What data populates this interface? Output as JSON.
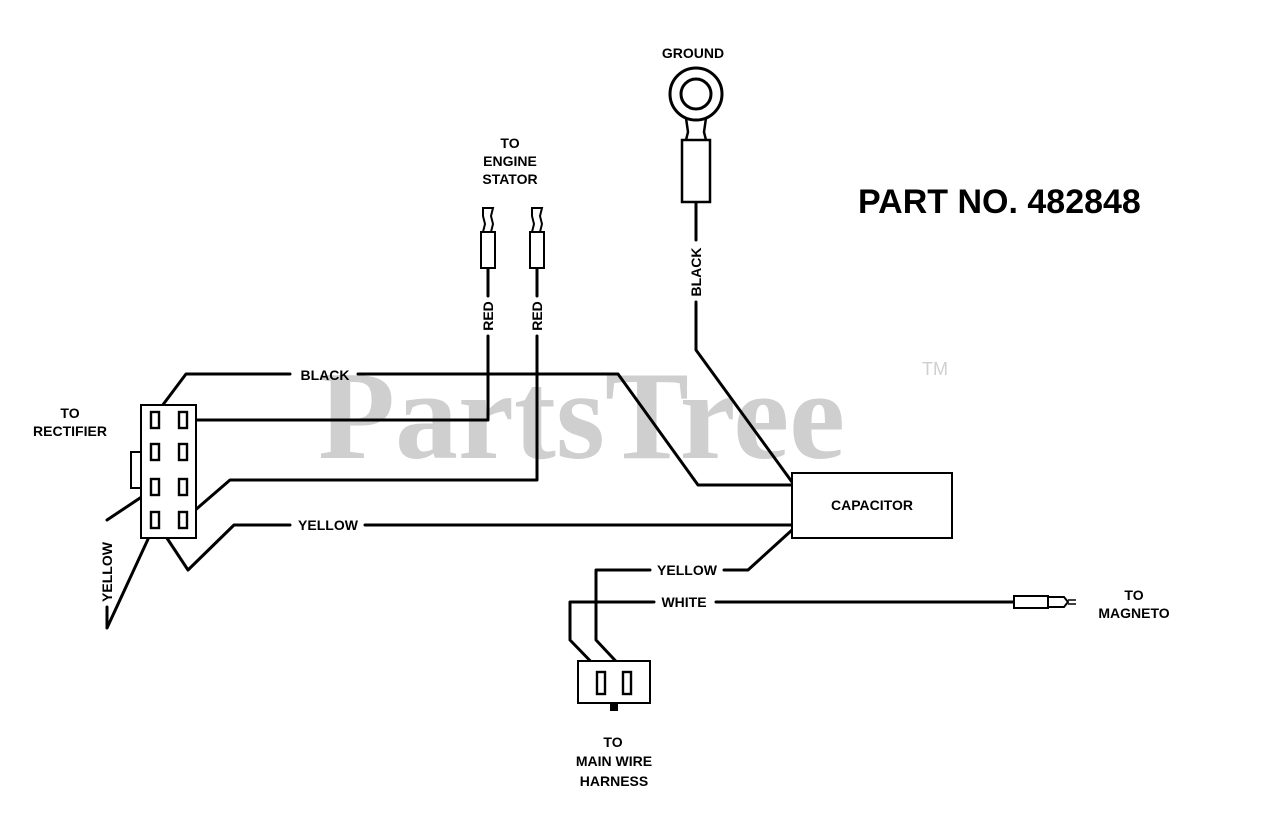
{
  "part_number": "PART NO. 482848",
  "watermark": {
    "text": "PartsTree",
    "tm": "TM"
  },
  "labels": {
    "ground": "GROUND",
    "to_engine_stator": [
      "TO",
      "ENGINE",
      "STATOR"
    ],
    "to_rectifier": [
      "TO",
      "RECTIFIER"
    ],
    "to_magneto": [
      "TO",
      "MAGNETO"
    ],
    "to_main_wire_harness": [
      "TO",
      "MAIN WIRE",
      "HARNESS"
    ],
    "capacitor": "CAPACITOR"
  },
  "wires": {
    "black_top": "BLACK",
    "black_ground": "BLACK",
    "red_left": "RED",
    "red_right": "RED",
    "yellow_main": "YELLOW",
    "yellow_left": "YELLOW",
    "yellow_lower": "YELLOW",
    "white": "WHITE"
  }
}
